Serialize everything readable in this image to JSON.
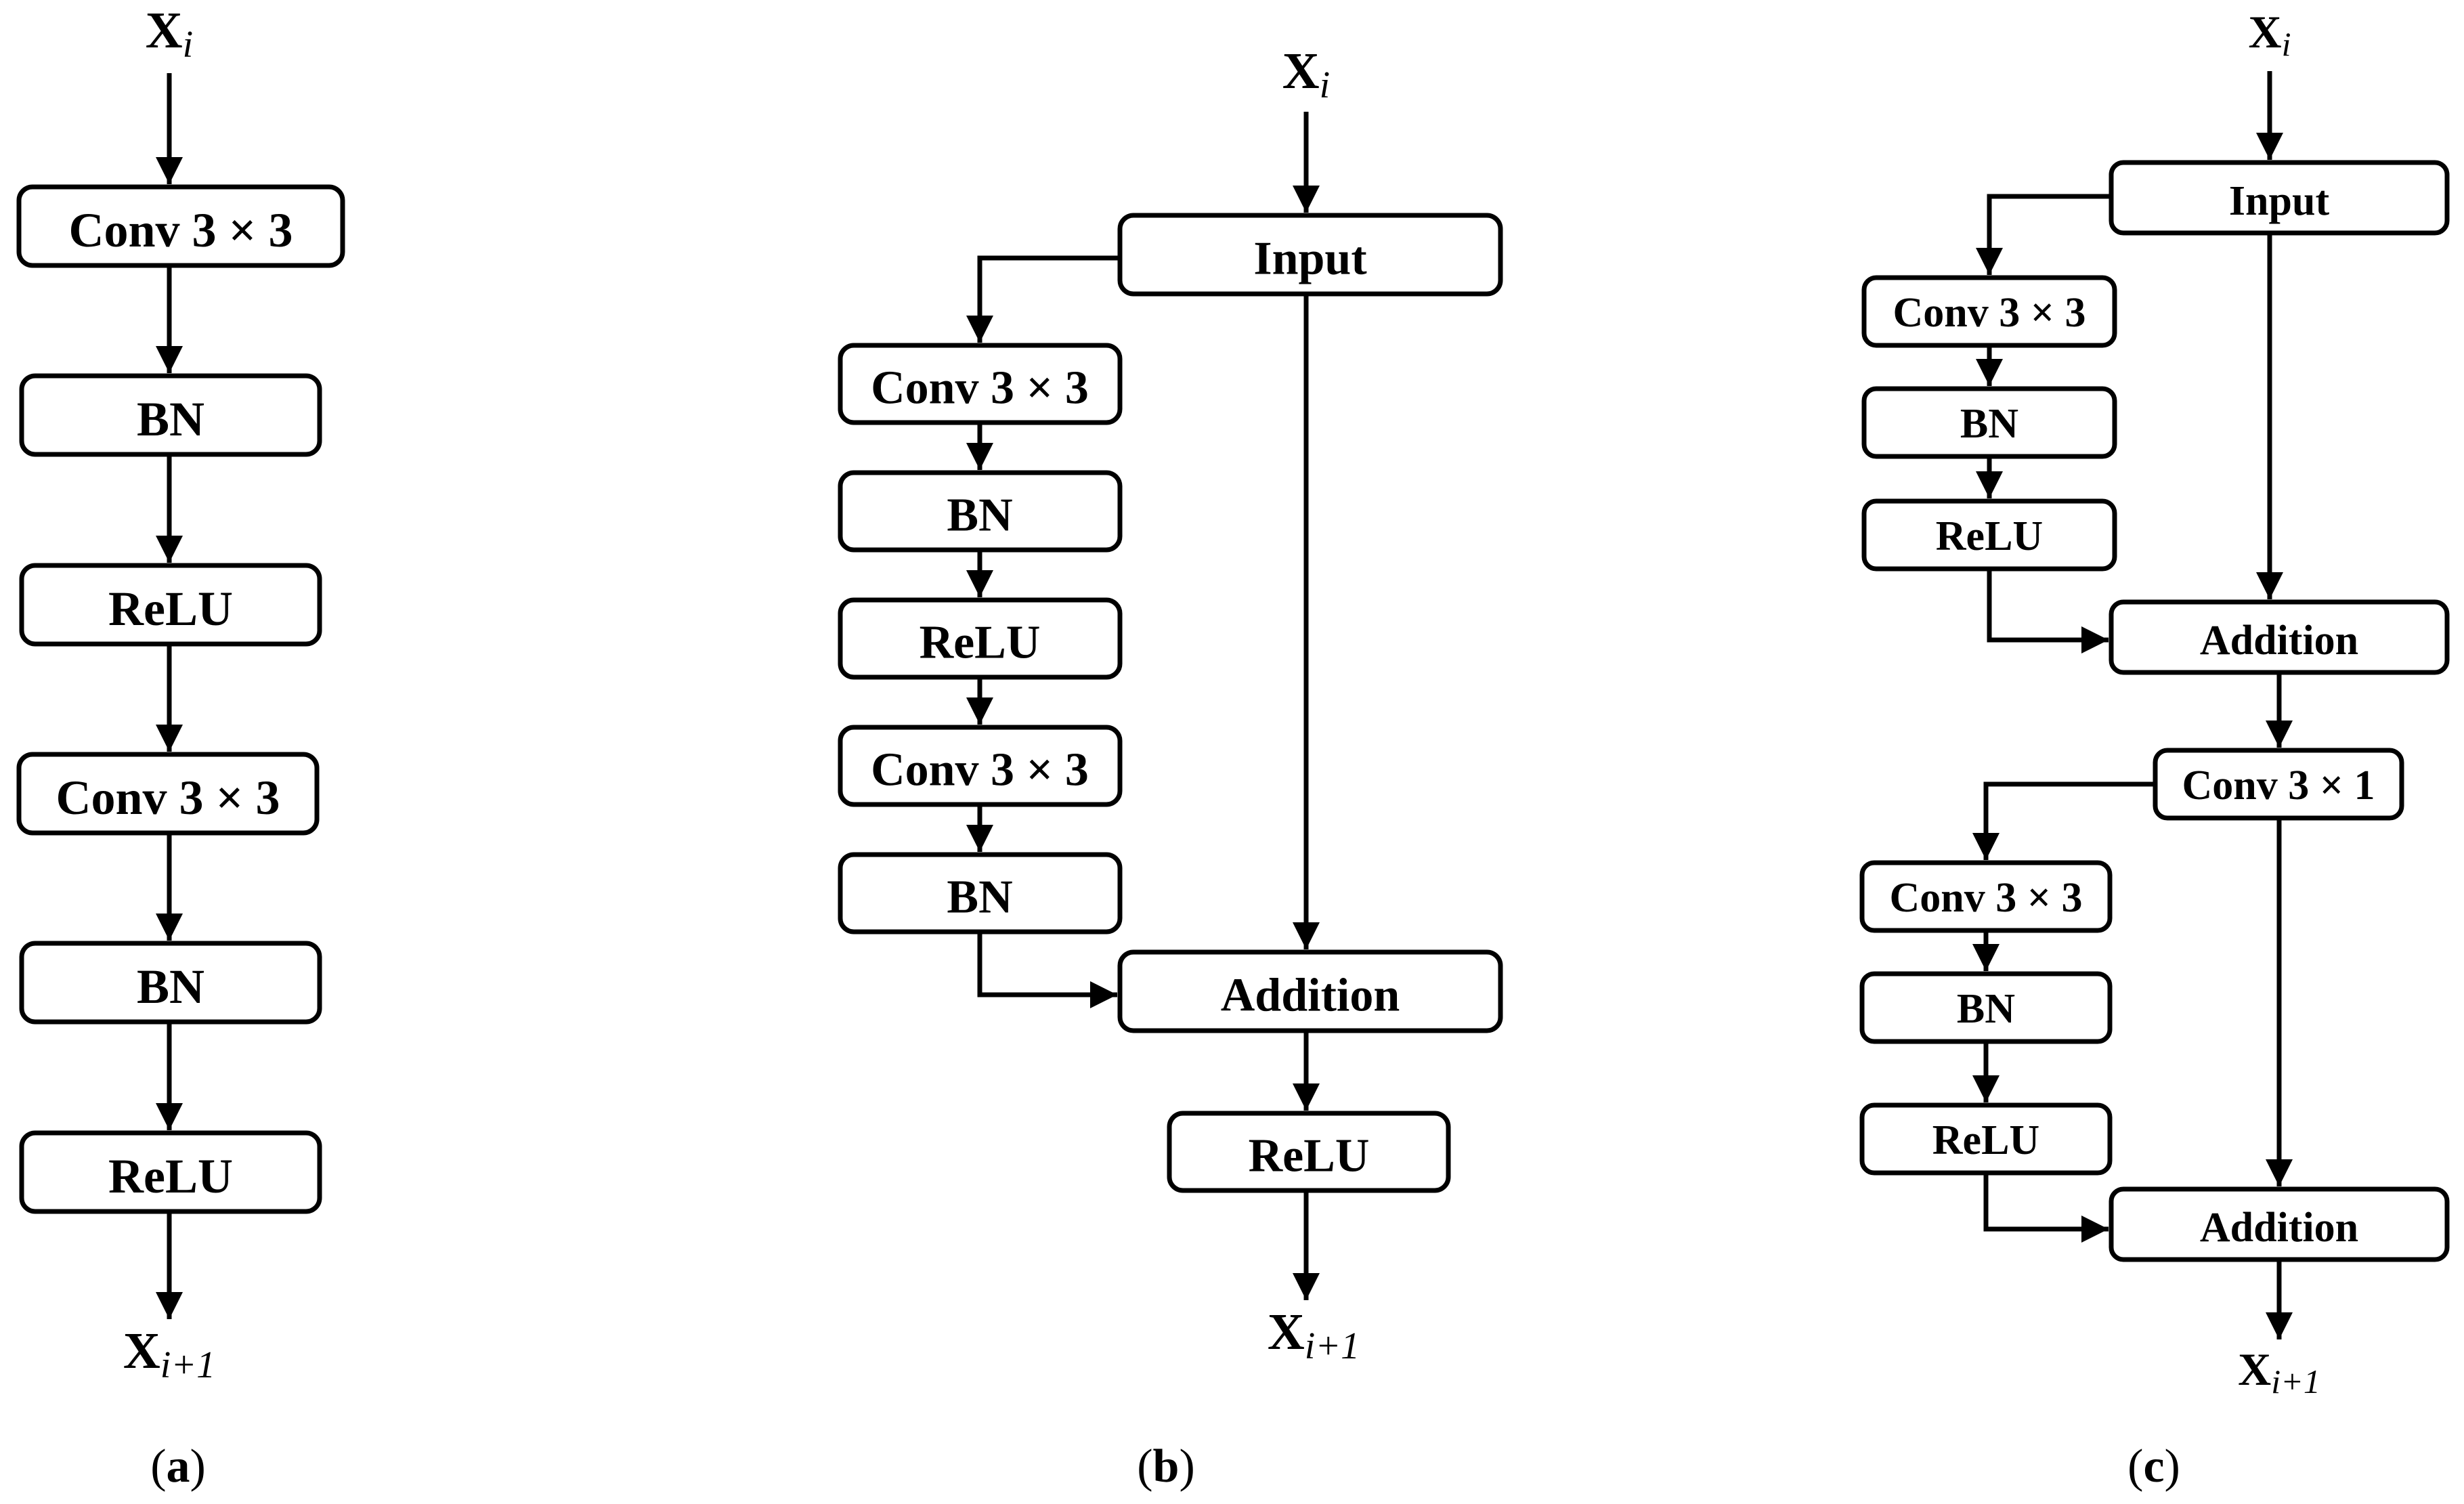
{
  "panel_a": {
    "caption": "a",
    "input": {
      "base": "X",
      "sub": "i"
    },
    "output": {
      "base": "X",
      "sub": "i+1"
    },
    "blocks": [
      "Conv 3 × 3",
      "BN",
      "ReLU",
      "Conv 3 × 3",
      "BN",
      "ReLU"
    ]
  },
  "panel_b": {
    "caption": "b",
    "input": {
      "base": "X",
      "sub": "i"
    },
    "output": {
      "base": "X",
      "sub": "i+1"
    },
    "input_block": "Input",
    "branch": [
      "Conv 3 × 3",
      "BN",
      "ReLU",
      "Conv 3 × 3",
      "BN"
    ],
    "addition": "Addition",
    "relu": "ReLU"
  },
  "panel_c": {
    "caption": "c",
    "input": {
      "base": "X",
      "sub": "i"
    },
    "output": {
      "base": "X",
      "sub": "i+1"
    },
    "input_block": "Input",
    "branch1": [
      "Conv 3 × 3",
      "BN",
      "ReLU"
    ],
    "addition1": "Addition",
    "conv_mid": "Conv 3 × 1",
    "branch2": [
      "Conv 3 × 3",
      "BN",
      "ReLU"
    ],
    "addition2": "Addition"
  }
}
